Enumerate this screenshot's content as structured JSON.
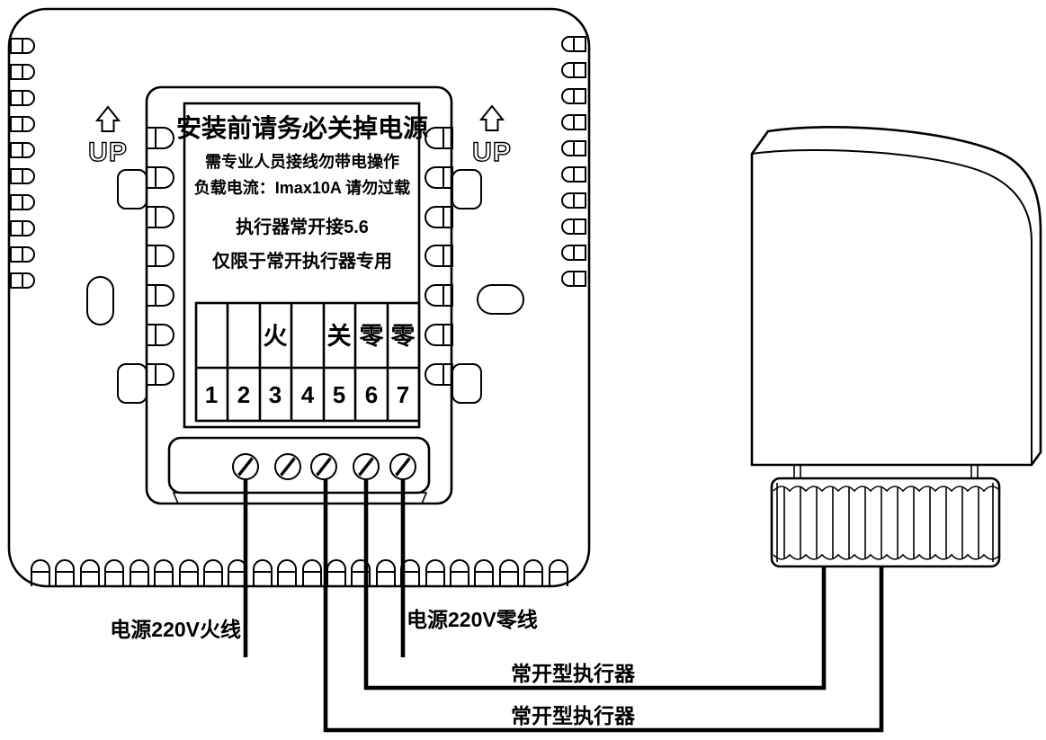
{
  "diagram": {
    "kind": "thermostat-actuator-wiring-diagram",
    "colors": {
      "line": "#000000",
      "background": "#ffffff"
    }
  },
  "orientation": {
    "left_up": "UP",
    "right_up": "UP"
  },
  "panel_label": {
    "title": "安装前请务必关掉电源",
    "note1": "需专业人员接线勿带电操作",
    "note2": "负载电流：Imax10A 请勿过载",
    "note3": "执行器常开接5.6",
    "note4": "仅限于常开执行器专用"
  },
  "terminal_table": {
    "function_row": [
      "",
      "",
      "火",
      "",
      "关",
      "零",
      "零"
    ],
    "number_row": [
      "1",
      "2",
      "3",
      "4",
      "5",
      "6",
      "7"
    ]
  },
  "wiring": {
    "live_label": "电源220V火线",
    "neutral_label": "电源220V零线",
    "actuator_label_1": "常开型执行器",
    "actuator_label_2": "常开型执行器"
  }
}
